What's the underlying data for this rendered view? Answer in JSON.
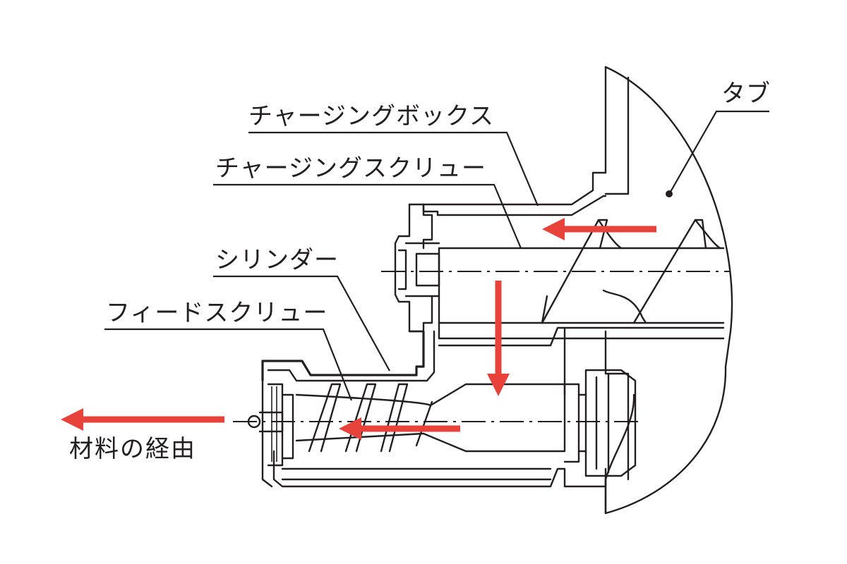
{
  "labels": {
    "charging_box": "チャージングボックス",
    "charging_screw": "チャージングスクリュー",
    "cylinder": "シリンダー",
    "feed_screw": "フィードスクリュー",
    "tub": "タブ"
  },
  "legend": {
    "material_path": "材料の経由"
  },
  "colors": {
    "arrow": "#e8433a",
    "line": "#231f20",
    "background": "#ffffff"
  }
}
